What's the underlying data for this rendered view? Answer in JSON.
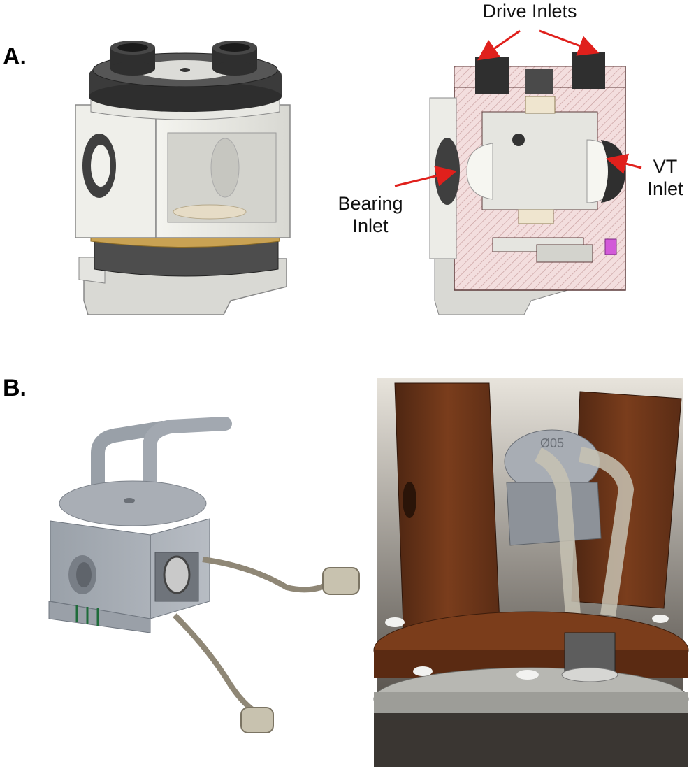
{
  "panels": {
    "a": {
      "label": "A."
    },
    "b": {
      "label": "B."
    }
  },
  "callouts": {
    "drive_inlets": "Drive Inlets",
    "bearing_inlet_line1": "Bearing",
    "bearing_inlet_line2": "Inlet",
    "vt_inlet_line1": "VT",
    "vt_inlet_line2": "Inlet"
  },
  "engraving": "Ø05",
  "colors": {
    "arrow": "#e0201c",
    "body_white": "#e9e9e4",
    "dark_cap": "#3a3a3a",
    "brass_band": "#c9a253",
    "section_hatch": "#f3dede",
    "printed_grey": "#a7adb5",
    "stator_brown": "#6a3418"
  }
}
